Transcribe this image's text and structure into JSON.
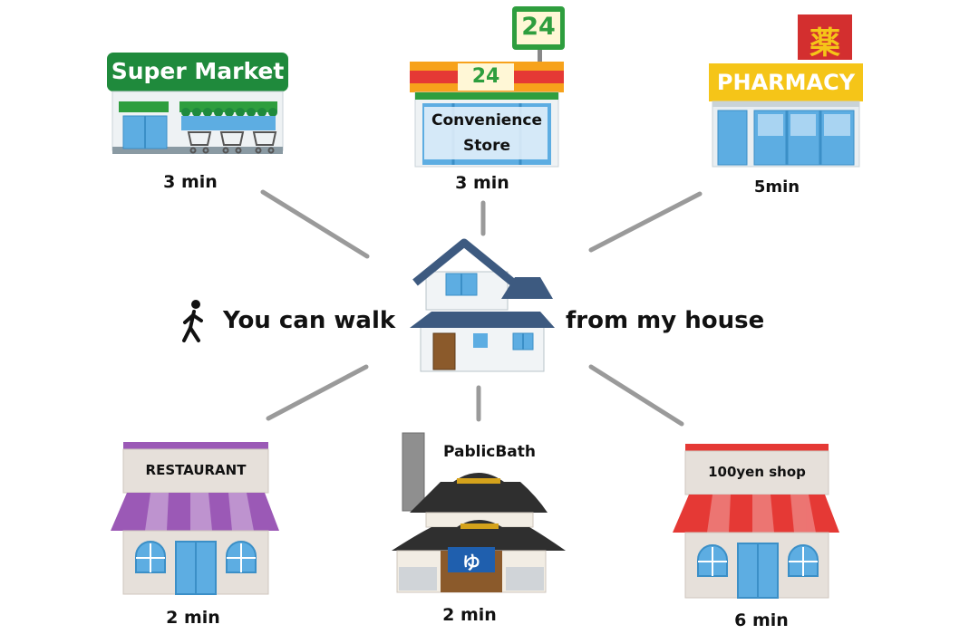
{
  "center": {
    "left_text": "You can walk",
    "right_text": "from my house"
  },
  "places": {
    "supermarket": {
      "sign": "Super Market",
      "time": "3 min"
    },
    "convenience": {
      "sign_number": "24",
      "name_line1": "Convenience",
      "name_line2": "Store",
      "time": "3 min"
    },
    "pharmacy": {
      "sign": "PHARMACY",
      "kanji": "薬",
      "time": "5min"
    },
    "restaurant": {
      "sign": "RESTAURANT",
      "time": "2 min"
    },
    "bath": {
      "sign": "PablicBath",
      "noren": "ゆ",
      "time": "2 min"
    },
    "yen_shop": {
      "sign": "100yen shop",
      "time": "6 min"
    }
  },
  "colors": {
    "super_green": "#1f8a3c",
    "conv_red": "#e53935",
    "conv_orange": "#f7a21b",
    "conv_green": "#2e9e3e",
    "pharmacy_yellow": "#f5c518",
    "pharmacy_red": "#d32f2f",
    "restaurant_purple": "#9b59b6",
    "yen_red": "#e53935",
    "house_roof": "#3d5a80",
    "glass_blue": "#5dade2",
    "connector": "#9a9a9a"
  }
}
